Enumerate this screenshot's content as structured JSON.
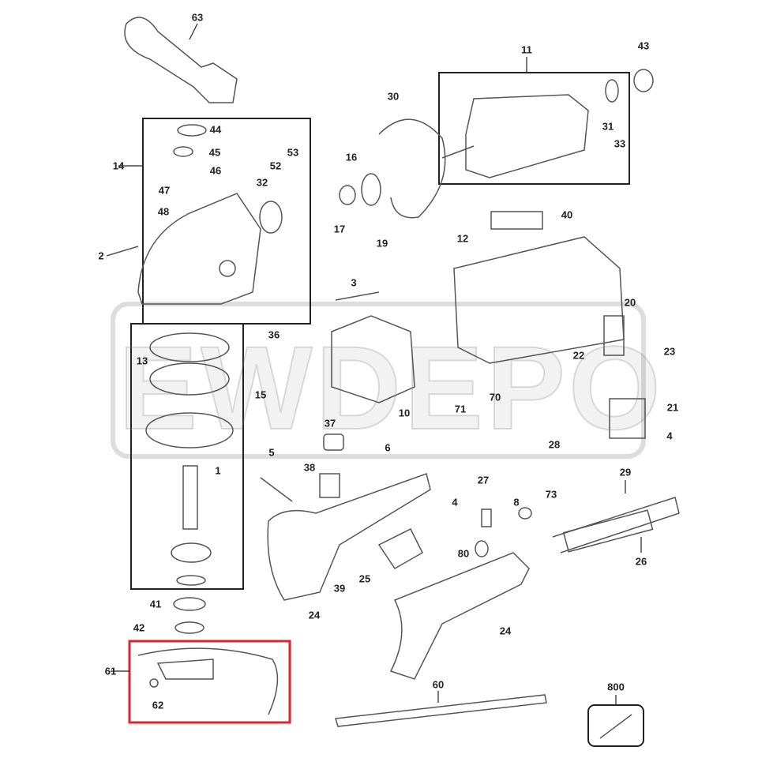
{
  "watermark": "EWDEPO",
  "colors": {
    "highlight_box": "#d9252b",
    "line": "#222222",
    "part_stroke": "#555555"
  },
  "parts": [
    "63",
    "11",
    "43",
    "30",
    "44",
    "45",
    "14",
    "46",
    "53",
    "16",
    "52",
    "31",
    "33",
    "47",
    "32",
    "48",
    "40",
    "17",
    "19",
    "12",
    "2",
    "3",
    "20",
    "36",
    "22",
    "23",
    "13",
    "15",
    "70",
    "10",
    "71",
    "21",
    "37",
    "4",
    "5",
    "6",
    "28",
    "38",
    "1",
    "29",
    "27",
    "73",
    "4",
    "8",
    "80",
    "26",
    "25",
    "39",
    "41",
    "24",
    "42",
    "24",
    "61",
    "62",
    "60",
    "800"
  ],
  "highlighted_group": [
    "61",
    "62"
  ]
}
